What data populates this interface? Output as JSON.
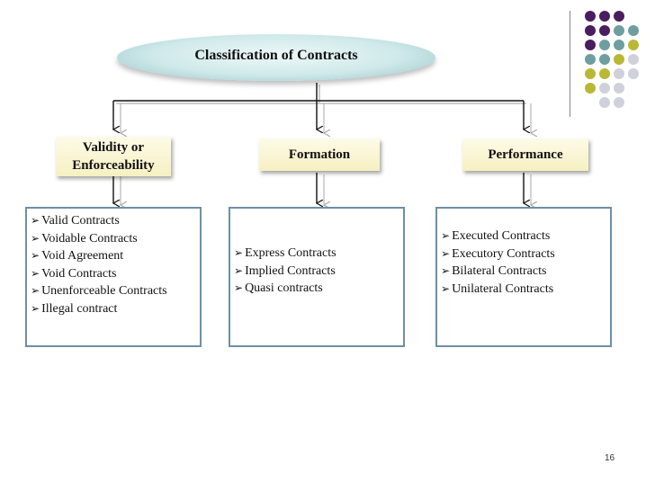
{
  "title": "Classification of Contracts",
  "categories": [
    {
      "label_line1": "Validity or",
      "label_line2": "Enforceability"
    },
    {
      "label": "Formation"
    },
    {
      "label": "Performance"
    }
  ],
  "lists": {
    "validity": [
      "Valid Contracts",
      "Voidable Contracts",
      "Void Agreement",
      "Void Contracts",
      "Unenforceable Contracts",
      "Illegal contract"
    ],
    "formation": [
      "Express Contracts",
      "Implied Contracts",
      "Quasi contracts"
    ],
    "performance": [
      "Executed Contracts",
      "Executory Contracts",
      "Bilateral Contracts",
      "Unilateral  Contracts"
    ]
  },
  "bullet_glyph": "➢",
  "page_number": "16",
  "colors": {
    "dot_purple": "#4a1d5e",
    "dot_teal": "#6f9ea0",
    "dot_olive": "#b9b834",
    "dot_gray": "#d0d0dc",
    "box_border": "#6e8fa6",
    "category_fill": "#f6f0c2"
  }
}
